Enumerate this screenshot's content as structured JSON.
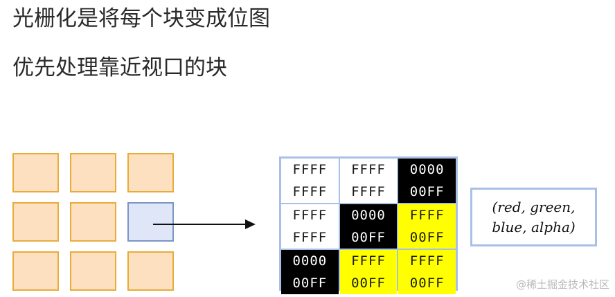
{
  "headings": {
    "line1": "光栅化是将每个块变成位图",
    "line2": "优先处理靠近视口的块"
  },
  "tiles": {
    "rows": 3,
    "cols": 3,
    "active_row": 1,
    "active_col": 2,
    "colors": {
      "fill": "#fde0c0",
      "border": "#e8ac3a",
      "active_fill": "#dfe6f7",
      "active_border": "#7b95c6"
    }
  },
  "bitmap": {
    "cells": [
      {
        "top": "FFFF",
        "bottom": "FFFF",
        "color": "white"
      },
      {
        "top": "FFFF",
        "bottom": "FFFF",
        "color": "white"
      },
      {
        "top": "0000",
        "bottom": "00FF",
        "color": "black"
      },
      {
        "top": "FFFF",
        "bottom": "FFFF",
        "color": "white"
      },
      {
        "top": "0000",
        "bottom": "00FF",
        "color": "black"
      },
      {
        "top": "FFFF",
        "bottom": "00FF",
        "color": "yellow"
      },
      {
        "top": "0000",
        "bottom": "00FF",
        "color": "black"
      },
      {
        "top": "FFFF",
        "bottom": "00FF",
        "color": "yellow"
      },
      {
        "top": "FFFF",
        "bottom": "00FF",
        "color": "yellow"
      }
    ]
  },
  "legend": {
    "line1": "(red, green,",
    "line2": "blue, alpha)"
  },
  "watermark": "@稀土掘金技术社区"
}
